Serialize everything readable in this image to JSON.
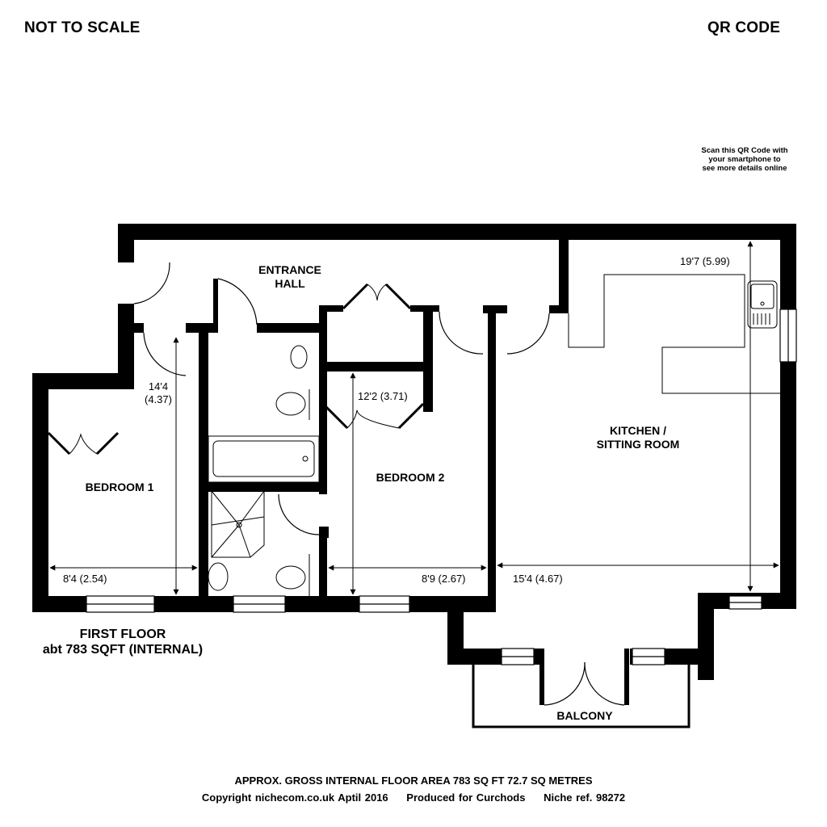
{
  "header": {
    "not_to_scale": "NOT TO SCALE",
    "qr_code": "QR CODE",
    "qr_note": [
      "Scan this QR Code with",
      "your smartphone to",
      "see more details online"
    ]
  },
  "rooms": {
    "entrance_hall": [
      "ENTRANCE",
      "HALL"
    ],
    "bedroom_1": "BEDROOM 1",
    "bedroom_2": "BEDROOM 2",
    "kitchen_sitting": [
      "KITCHEN /",
      "SITTING ROOM"
    ],
    "balcony": "BALCONY"
  },
  "dimensions": {
    "bedroom_1_length": [
      "14'4",
      "(4.37)"
    ],
    "bedroom_1_width": "8'4 (2.54)",
    "bedroom_2_length": "12'2 (3.71)",
    "bedroom_2_width": "8'9 (2.67)",
    "kitchen_length": "19'7 (5.99)",
    "kitchen_width": "15'4 (4.67)"
  },
  "floor": {
    "name": "FIRST FLOOR",
    "area": "abt 783 SQFT (INTERNAL)"
  },
  "footer": {
    "line1": "APPROX. GROSS INTERNAL FLOOR AREA 783 SQ FT 72.7 SQ METRES",
    "copyright": "Copyright nichecom.co.uk Aptil 2016",
    "produced_for": "Produced for Curchods",
    "ref": "Niche ref. 98272"
  }
}
